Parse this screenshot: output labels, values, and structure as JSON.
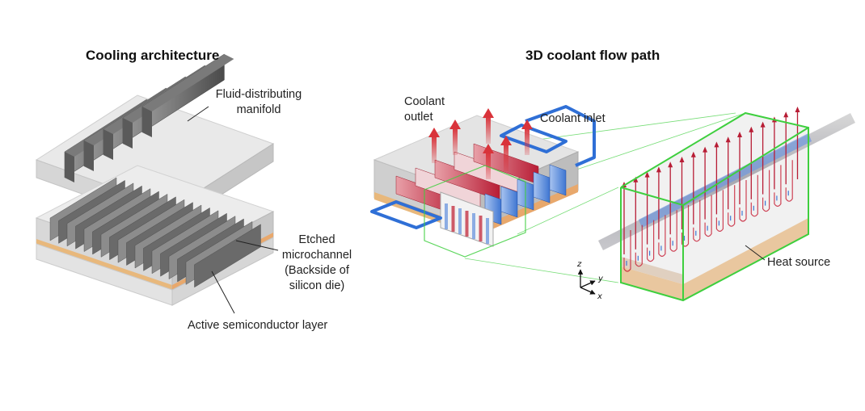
{
  "left_panel": {
    "title": "Cooling architecture",
    "manifold_label": [
      "Fluid-distributing",
      "manifold"
    ],
    "microchannel_label": [
      "Etched",
      "microchannel",
      "(Backside of",
      "silicon die)"
    ],
    "active_layer_label": "Active semiconductor layer"
  },
  "right_panel": {
    "title": "3D coolant flow path",
    "outlet_label": [
      "Coolant",
      "outlet"
    ],
    "inlet_label": "Coolant inlet",
    "heat_source_label": "Heat source",
    "axes": {
      "z": "z",
      "y": "y",
      "x": "x"
    }
  },
  "colors": {
    "inlet_pipe": "#2f6fd6",
    "outlet_arrow": "#d9333a",
    "zoom_box": "#3ecf3e",
    "channel_hot": "#c8233a",
    "active_layer": "#e8b87c"
  }
}
